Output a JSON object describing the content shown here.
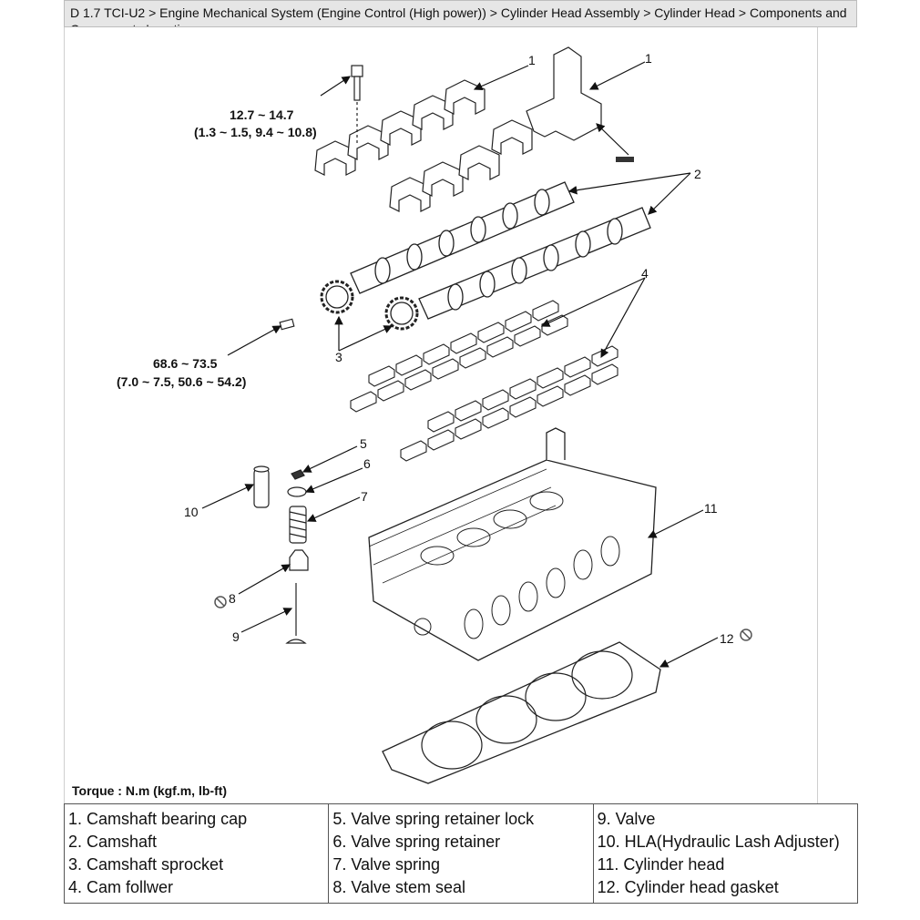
{
  "breadcrumb": "D 1.7 TCI-U2 > Engine Mechanical System (Engine Control (High power)) > Cylinder Head Assembly > Cylinder Head > Components and Components Location",
  "torque_caption": "Torque : N.m (kgf.m, lb-ft)",
  "torque_specs": {
    "bearing_cap_bolt": {
      "line1": "12.7 ~ 14.7",
      "line2": "(1.3 ~ 1.5, 9.4 ~ 10.8)"
    },
    "sprocket_bolt": {
      "line1": "68.6 ~ 73.5",
      "line2": "(7.0 ~ 7.5, 50.6 ~ 54.2)"
    }
  },
  "callouts": [
    "1",
    "1",
    "2",
    "3",
    "4",
    "5",
    "6",
    "7",
    "8",
    "9",
    "10",
    "11",
    "12"
  ],
  "legend": {
    "col1": [
      "1. Camshaft bearing cap",
      "2. Camshaft",
      "3. Camshaft sprocket",
      "4. Cam follwer"
    ],
    "col2": [
      "5. Valve spring retainer lock",
      "6. Valve spring retainer",
      "7. Valve spring",
      "8. Valve stem seal"
    ],
    "col3": [
      "9. Valve",
      "10. HLA(Hydraulic Lash Adjuster)",
      "11. Cylinder head",
      "12. Cylinder head gasket"
    ]
  }
}
